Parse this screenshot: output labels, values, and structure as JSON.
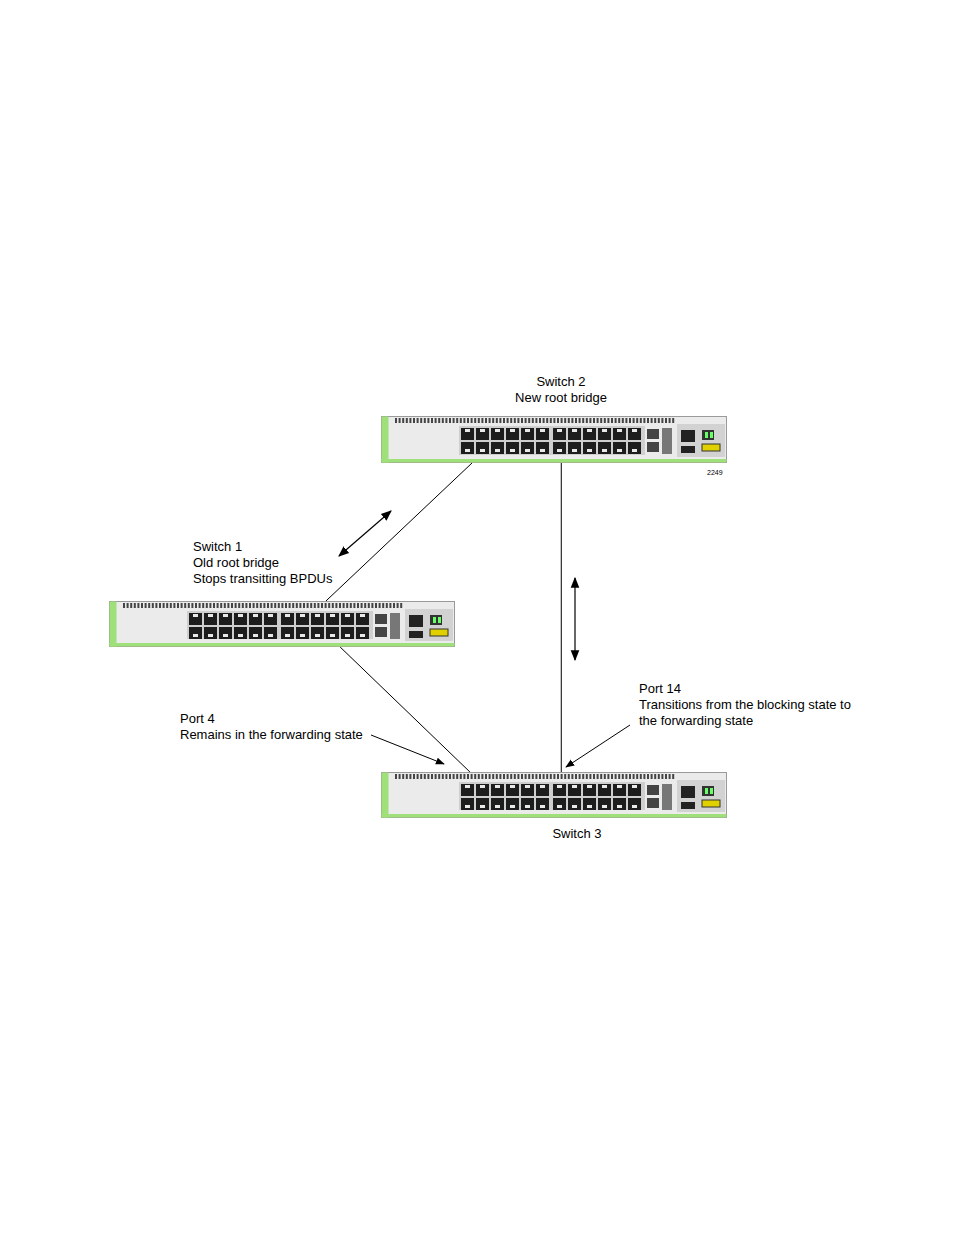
{
  "diagram": {
    "nodes": [
      {
        "text": [
          "Switch 2",
          "New root bridge"
        ]
      },
      {
        "text": [
          "Switch 1",
          "Old root bridge",
          "Stops transitting BPDUs"
        ]
      },
      {
        "text": [
          "Switch 3"
        ]
      }
    ],
    "edges": [
      {
        "from": 0,
        "to": 1,
        "arrow": "none"
      },
      {
        "from": 1,
        "to": 2,
        "arrow": "none"
      },
      {
        "from": 0,
        "to": 2,
        "arrow": "none"
      }
    ],
    "labels": [
      "2249",
      "Port 4",
      "Remains in the forwarding state",
      "Port 14",
      "Transitions from the blocking state to the forwarding state"
    ]
  }
}
